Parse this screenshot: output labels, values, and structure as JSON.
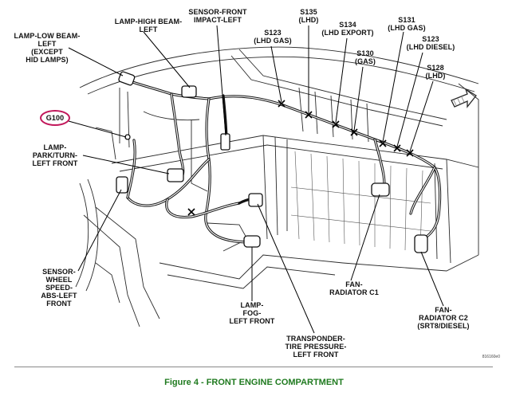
{
  "labels": {
    "lamp_low_beam": "LAMP-LOW BEAM-\nLEFT\n(EXCEPT\nHID LAMPS)",
    "lamp_high_beam": "LAMP-HIGH BEAM-\nLEFT",
    "sensor_impact": "SENSOR-FRONT\nIMPACT-LEFT",
    "s123_gas": "S123\n(LHD GAS)",
    "s135": "S135\n(LHD)",
    "s134": "S134\n(LHD EXPORT)",
    "s130": "S130\n(GAS)",
    "s131": "S131\n(LHD GAS)",
    "s123_diesel": "S123\n(LHD DIESEL)",
    "s128": "S128\n(LHD)",
    "g100": "G100",
    "lamp_park": "LAMP-\nPARK/TURN-\nLEFT FRONT",
    "sensor_wheel": "SENSOR-\nWHEEL\nSPEED-\nABS-LEFT\nFRONT",
    "lamp_fog": "LAMP-\nFOG-\nLEFT FRONT",
    "transponder": "TRANSPONDER-\nTIRE PRESSURE-\nLEFT FRONT",
    "fan_c1": "FAN-\nRADIATOR C1",
    "fan_c2": "FAN-\nRADIATOR C2\n(SRT8/DIESEL)"
  },
  "figure_code": "816160e0",
  "caption": "Figure 4 - FRONT ENGINE COMPARTMENT",
  "colors": {
    "caption": "#1f7a1f",
    "highlight_ring": "#c2185b"
  }
}
